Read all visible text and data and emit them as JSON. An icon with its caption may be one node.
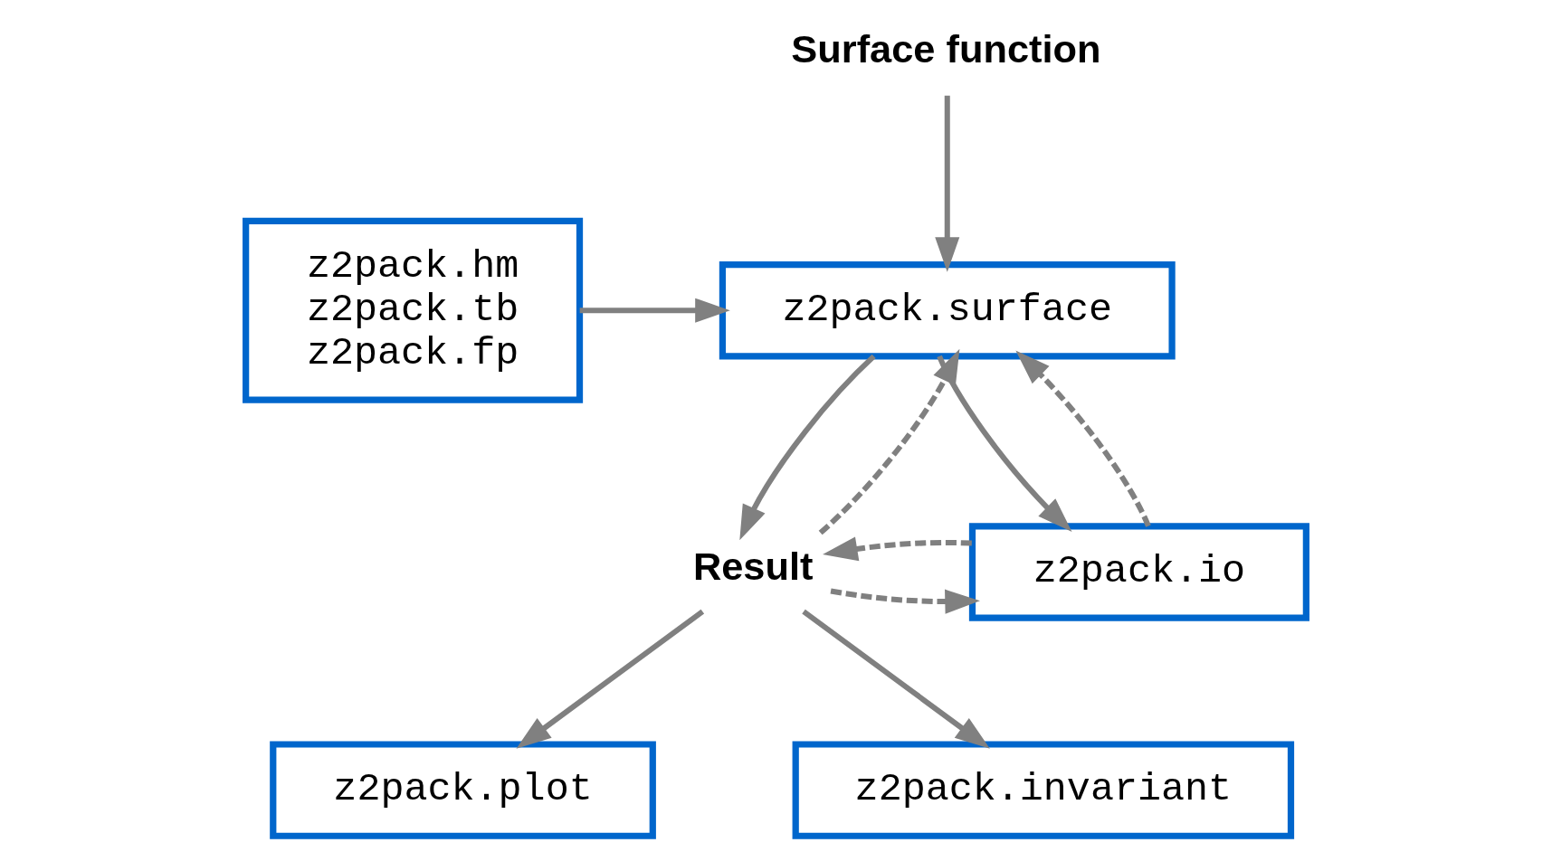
{
  "diagram": {
    "nodes": [
      {
        "text": [
          "z2pack.hm",
          "z2pack.tb",
          "z2pack.fp"
        ]
      },
      {
        "text": [
          "Surface function"
        ]
      },
      {
        "text": [
          "z2pack.surface"
        ]
      },
      {
        "text": [
          "Result"
        ]
      },
      {
        "text": [
          "z2pack.io"
        ]
      },
      {
        "text": [
          "z2pack.plot"
        ]
      },
      {
        "text": [
          "z2pack.invariant"
        ]
      }
    ],
    "edges": [
      {
        "from": 0,
        "to": 2,
        "arrow": "to"
      },
      {
        "from": 1,
        "to": 2,
        "arrow": "to"
      },
      {
        "from": 2,
        "to": 3,
        "arrow": "to"
      },
      {
        "from": 3,
        "to": 2,
        "arrow": "to",
        "style": "dashed"
      },
      {
        "from": 2,
        "to": 4,
        "arrow": "to"
      },
      {
        "from": 4,
        "to": 2,
        "arrow": "to",
        "style": "dashed"
      },
      {
        "from": 3,
        "to": 4,
        "arrow": "to",
        "style": "dashed"
      },
      {
        "from": 4,
        "to": 3,
        "arrow": "to",
        "style": "dashed"
      },
      {
        "from": 3,
        "to": 5,
        "arrow": "to"
      },
      {
        "from": 3,
        "to": 6,
        "arrow": "to"
      }
    ]
  }
}
